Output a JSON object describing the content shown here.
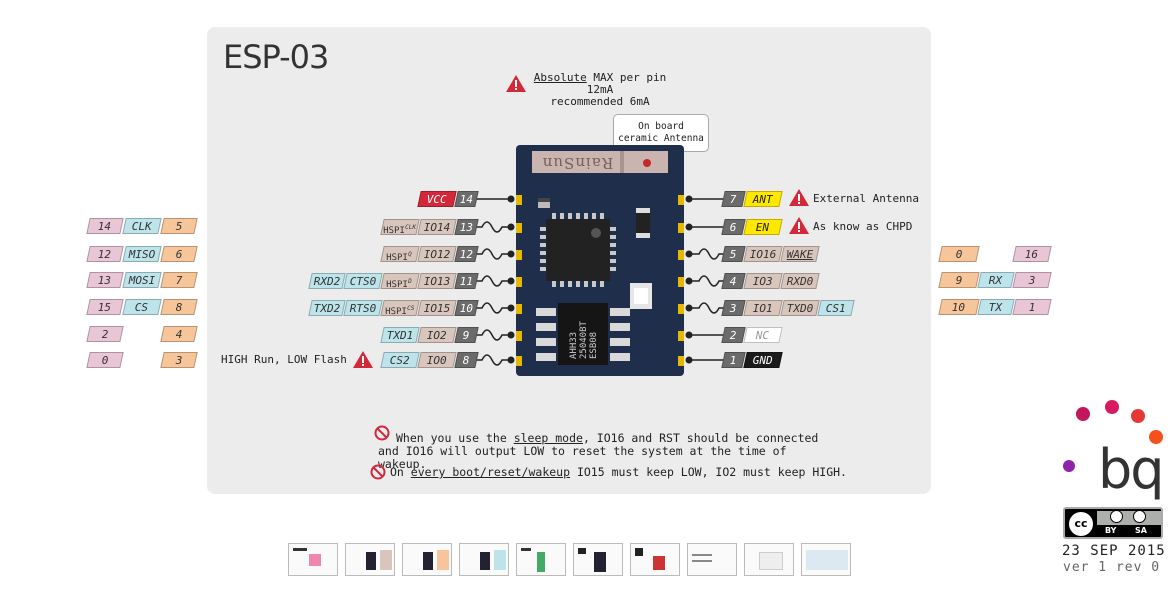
{
  "title": "ESP-03",
  "warning": {
    "line1_prefix": "Absolute",
    "line1_rest": " MAX per pin 12mA",
    "line2": "recommended 6mA"
  },
  "antenna_callout": {
    "line1": "On board",
    "line2": "ceramic Antenna"
  },
  "module_label": "RainSun",
  "chip_label": {
    "line1": "AHH33",
    "line2": "25040BT",
    "line3": "ESB08"
  },
  "left_pins": [
    {
      "num": "14",
      "name": "VCC",
      "style": "red",
      "fn": "",
      "alts": []
    },
    {
      "num": "13",
      "name": "IO14",
      "style": "tan",
      "fn": "HSPI",
      "fn_sup": "CLK",
      "alts": []
    },
    {
      "num": "12",
      "name": "IO12",
      "style": "tan",
      "fn": "HSPI",
      "fn_sup": "Q",
      "alts": []
    },
    {
      "num": "11",
      "name": "IO13",
      "style": "tan",
      "fn": "HSPI",
      "fn_sup": "D",
      "alts": [
        "RXD2",
        "CTS0"
      ]
    },
    {
      "num": "10",
      "name": "IO15",
      "style": "tan",
      "fn": "HSPI",
      "fn_sup": "CS",
      "alts": [
        "TXD2",
        "RTS0"
      ]
    },
    {
      "num": "9",
      "name": "IO2",
      "style": "tan",
      "fn": "",
      "alts": [
        "TXD1"
      ]
    },
    {
      "num": "8",
      "name": "IO0",
      "style": "tan",
      "fn": "",
      "alts": [
        "CS2"
      ]
    }
  ],
  "right_pins": [
    {
      "num": "7",
      "name": "ANT",
      "style": "yellow",
      "extra": [],
      "note": "External Antenna"
    },
    {
      "num": "6",
      "name": "EN",
      "style": "yellow",
      "extra": [],
      "note": "As know as CHPD"
    },
    {
      "num": "5",
      "name": "IO16",
      "style": "tan",
      "extra": [
        "WAKE"
      ],
      "note": ""
    },
    {
      "num": "4",
      "name": "IO3",
      "style": "tan",
      "extra": [
        "RXD0"
      ],
      "note": ""
    },
    {
      "num": "3",
      "name": "IO1",
      "style": "tan",
      "extra": [
        "TXD0",
        "CS1"
      ],
      "note": ""
    },
    {
      "num": "2",
      "name": "NC",
      "style": "white",
      "extra": [],
      "note": ""
    },
    {
      "num": "1",
      "name": "GND",
      "style": "black",
      "extra": [],
      "note": ""
    }
  ],
  "left_board_table": [
    {
      "a": "14",
      "b": "CLK",
      "c": "5"
    },
    {
      "a": "12",
      "b": "MISO",
      "c": "6"
    },
    {
      "a": "13",
      "b": "MOSI",
      "c": "7"
    },
    {
      "a": "15",
      "b": "CS",
      "c": "8"
    },
    {
      "a": "2",
      "b": "",
      "c": "4"
    },
    {
      "a": "0",
      "b": "",
      "c": "3"
    }
  ],
  "right_board_table": [
    {
      "a": "0",
      "b": "",
      "c": "16"
    },
    {
      "a": "9",
      "b": "RX",
      "c": "3"
    },
    {
      "a": "10",
      "b": "TX",
      "c": "1"
    }
  ],
  "io0_note": "HIGH Run, LOW Flash",
  "footer_notes": {
    "sleep_line1_prefix": "When you use the ",
    "sleep_line1_link": "sleep mode",
    "sleep_line1_rest": ", IO16 and RST should be connected",
    "sleep_line2": "and IO16 will output LOW to reset the system at the time of wakeup.",
    "boot_prefix": "On ",
    "boot_link": "every boot/reset/wakeup",
    "boot_rest": " IO15 must keep LOW, IO2 must keep HIGH."
  },
  "brand": {
    "logo_text": "bq",
    "license_left": "BY",
    "license_right": "SA",
    "date": "23 SEP 2015",
    "version": "ver 1 rev 0",
    "dot_colors": [
      "#c2185b",
      "#d81b60",
      "#e53935",
      "#f4511e",
      "#8e24aa"
    ]
  },
  "colors": {
    "pcb": "#1f2e4a",
    "vcc": "#d3273a",
    "warning": "#d3273a",
    "pink": "#e8c6d6",
    "orange": "#f7c59a",
    "cyan": "#bde4ea"
  },
  "thumbnails_count": 10
}
